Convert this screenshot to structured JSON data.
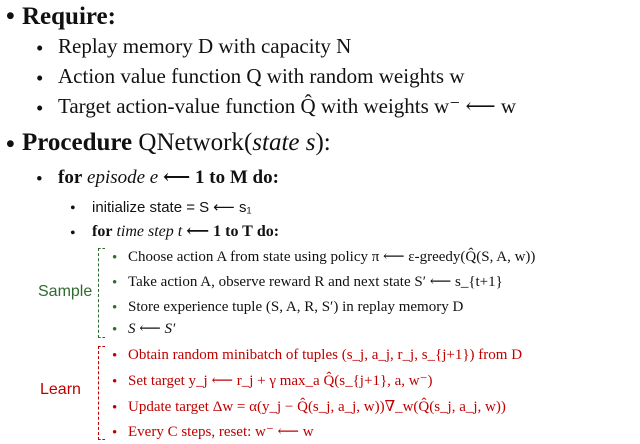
{
  "bullets": {
    "l1": "•",
    "l2": "•",
    "l3": "•",
    "l4": "•",
    "l5": "•"
  },
  "require": {
    "heading": "Require:",
    "items": [
      "Replay memory D with capacity N",
      "Action value function Q with random weights w",
      "Target action-value function Q̂ with weights w⁻ ⟵ w"
    ]
  },
  "procedure": {
    "keyword": "Procedure",
    "name": "QNetwork",
    "arg_open": "(",
    "arg": "state s",
    "arg_close": "):",
    "outer_loop": {
      "for": "for",
      "var": "episode e",
      "range": "⟵ 1 to M",
      "do": "do:"
    },
    "init_state": "initialize state = S ⟵ s₁",
    "inner_loop": {
      "for": "for",
      "var": "time step t",
      "range": "⟵ 1 to T",
      "do": "do:"
    }
  },
  "sample": {
    "label": "Sample",
    "steps": [
      "Choose action A from state using policy π ⟵ ε-greedy(Q̂(S, A, w))",
      "Take action A, observe reward R and next state S′ ⟵ s_{t+1}",
      "Store experience tuple (S, A, R, S′) in replay memory D",
      "S ⟵ S′"
    ]
  },
  "learn": {
    "label": "Learn",
    "steps": [
      "Obtain random minibatch of tuples (s_j, a_j, r_j, s_{j+1}) from D",
      "Set target y_j ⟵ r_j + γ max_a Q̂(s_{j+1}, a, w⁻)",
      "Update target Δw = α(y_j − Q̂(s_j, a_j, w))∇_w(Q̂(s_j, a_j, w))",
      "Every C steps, reset: w⁻ ⟵ w"
    ]
  },
  "colors": {
    "sample": "#2e6b2e",
    "learn": "#c00000",
    "text": "#111111"
  }
}
